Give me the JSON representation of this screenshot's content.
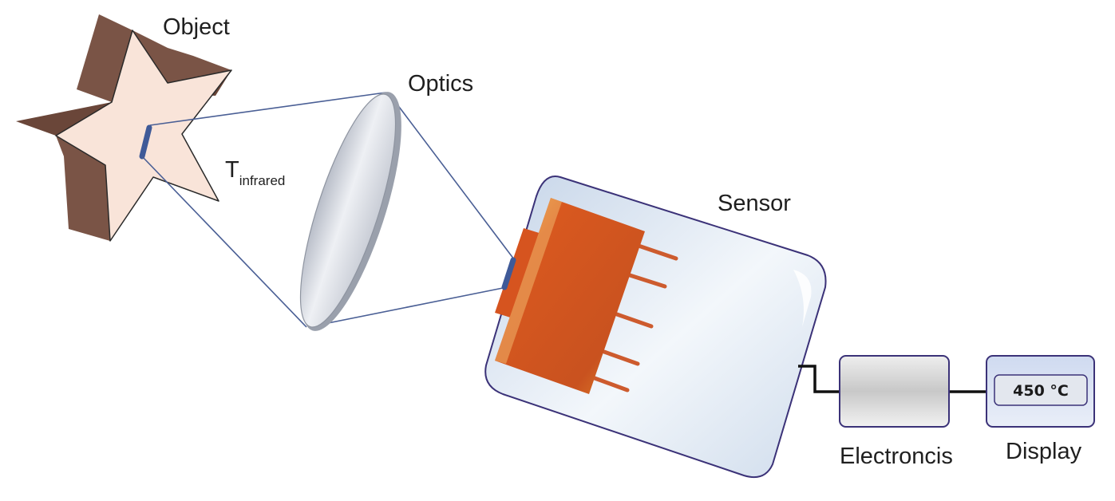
{
  "labels": {
    "object": "Object",
    "optics": "Optics",
    "sensor": "Sensor",
    "electronics": "Electroncis",
    "display": "Display",
    "temperature_symbol": "T",
    "temperature_subscript": "infrared"
  },
  "display": {
    "reading": "450 °C"
  },
  "colors": {
    "star_face": "#f9e4d9",
    "star_side": "#7a5446",
    "beam_line": "#4a5f95",
    "spot": "#3f5a98",
    "lens_fill": "#d7dbe3",
    "housing_fill": "#dbe5f1",
    "housing_outline": "#3b3278",
    "detector_orange": "#d6541f",
    "detector_amber": "#e8a03a",
    "pin": "#cd5b2e",
    "wire": "#111111"
  },
  "icons": {
    "object": "star-object-icon",
    "optics": "lens-icon",
    "sensor": "sensor-housing-icon",
    "electronics": "electronics-box-icon",
    "display": "display-box-icon"
  }
}
